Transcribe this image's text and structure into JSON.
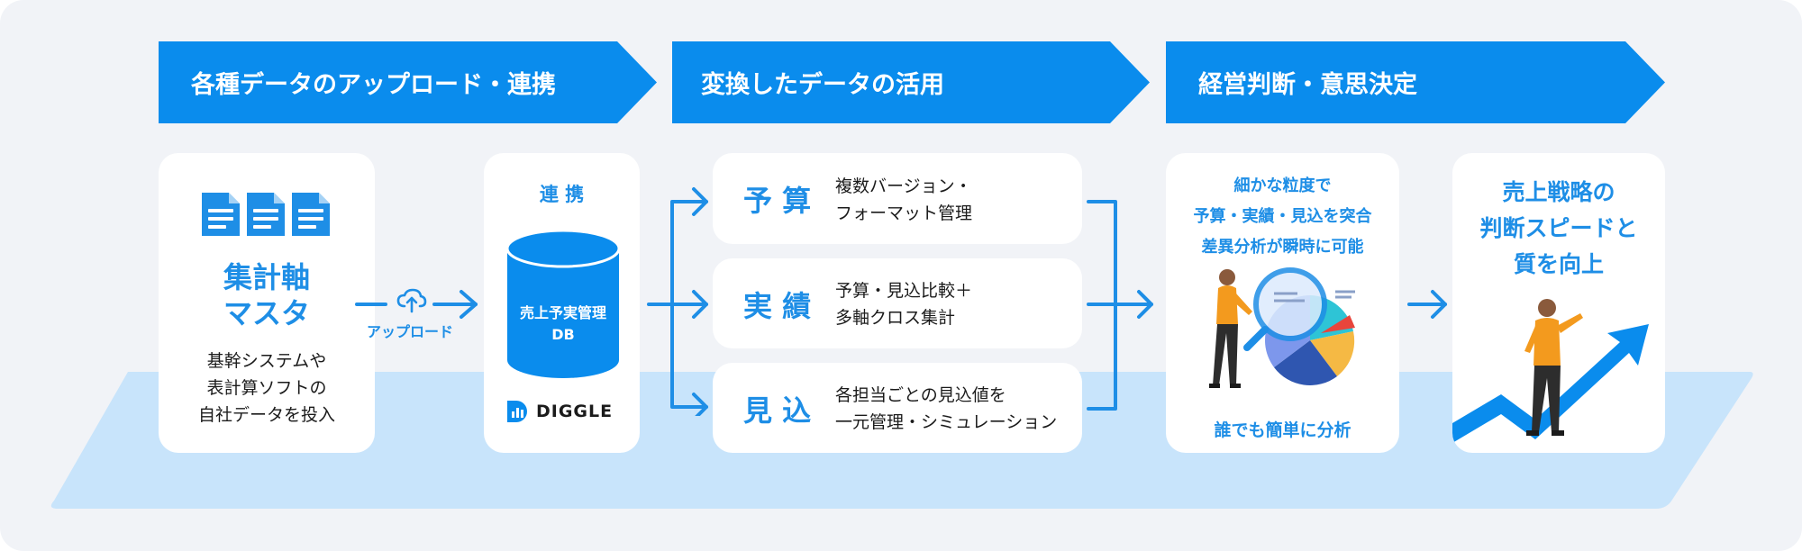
{
  "colors": {
    "header_blue": "#0a8ced",
    "accent_blue": "#1e8ee6",
    "floor_blue": "#c8e4fb",
    "background": "#f1f3f7",
    "card": "#ffffff",
    "text_dark": "#1b1b1b",
    "orange": "#f5a623"
  },
  "headers": [
    "各種データのアップロード・連携",
    "変換したデータの活用",
    "経営判断・意思決定"
  ],
  "master_card": {
    "icon": "document-stack-icon",
    "title": [
      "集計軸",
      "マスタ"
    ],
    "desc": [
      "基幹システムや",
      "表計算ソフトの",
      "自社データを投入"
    ]
  },
  "upload": {
    "icon": "cloud-upload-icon",
    "label": "アップロード"
  },
  "db_card": {
    "title": "連 携",
    "db_label": [
      "売上予実管理",
      "DB"
    ],
    "logo": "DIGGLE",
    "logo_icon": "diggle-logo-icon"
  },
  "features": [
    {
      "title": "予 算",
      "desc": [
        "複数バージョン・",
        "フォーマット管理"
      ]
    },
    {
      "title": "実 績",
      "desc": [
        "予算・見込比較＋",
        "多軸クロス集計"
      ]
    },
    {
      "title": "見 込",
      "desc": [
        "各担当ごとの見込値を",
        "一元管理・シミュレーション"
      ]
    }
  ],
  "analysis_card": {
    "headline": [
      "細かな粒度で",
      "予算・実績・見込を突合",
      "差異分析が瞬時に可能"
    ],
    "footer": "誰でも簡単に分析",
    "illustration": "analysis-illustration-icon"
  },
  "strategy_card": {
    "headline": [
      "売上戦略の",
      "判断スピードと",
      "質を向上"
    ],
    "illustration": "growth-arrow-illustration-icon"
  }
}
